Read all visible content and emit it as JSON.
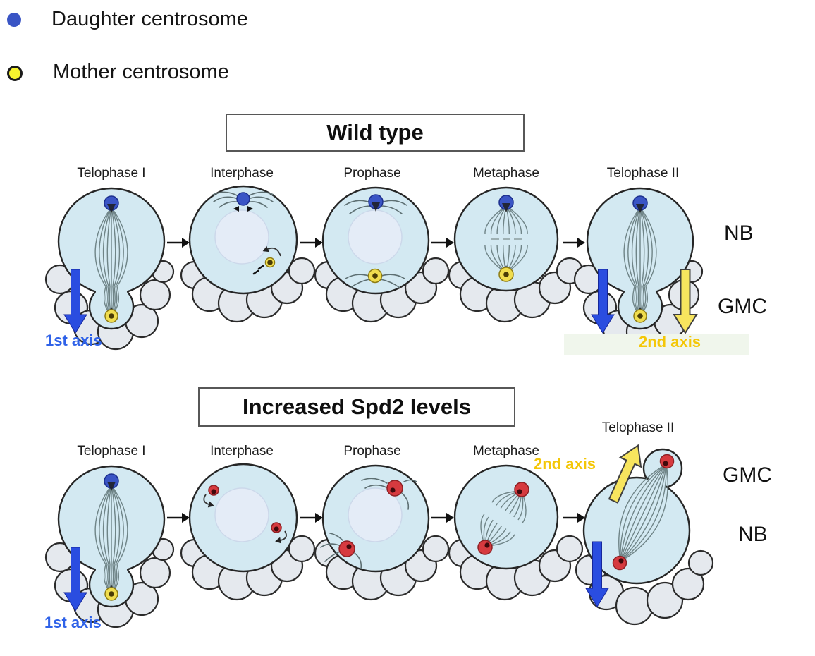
{
  "legend": {
    "items": [
      {
        "label": "Daughter centrosome"
      },
      {
        "label": "Mother centrosome"
      }
    ]
  },
  "wild_type": {
    "title": "Wild type",
    "stages": [
      "Telophase I",
      "Interphase",
      "Prophase",
      "Metaphase",
      "Telophase II"
    ],
    "first_axis_label": "1st axis",
    "second_axis_label": "2nd axis",
    "right_labels": [
      "NB",
      "GMC"
    ]
  },
  "spd2": {
    "title": "Increased Spd2 levels",
    "stages": [
      "Telophase I",
      "Interphase",
      "Prophase",
      "Metaphase",
      "Telophase II"
    ],
    "first_axis_label": "1st axis",
    "second_axis_label": "2nd axis",
    "right_labels": [
      "GMC",
      "NB"
    ]
  },
  "colors": {
    "cell_fill": "#d3e9f2",
    "nucleus_fill": "#e4ecf7",
    "gmc_fill": "#e5e9ee",
    "outline": "#262626",
    "spindle": "#6f8487",
    "daughter_blue": "#3a55c5",
    "mother_yellow": "#f0dd4e",
    "legend_yellow": "#f6f32e",
    "red_centrosome": "#d63a3f",
    "arrow_blue": "#2a4de0",
    "arrow_yellow": "#f7e55e",
    "axis_blue_text": "#2f62e8",
    "axis_gold_text": "#f4c708"
  }
}
